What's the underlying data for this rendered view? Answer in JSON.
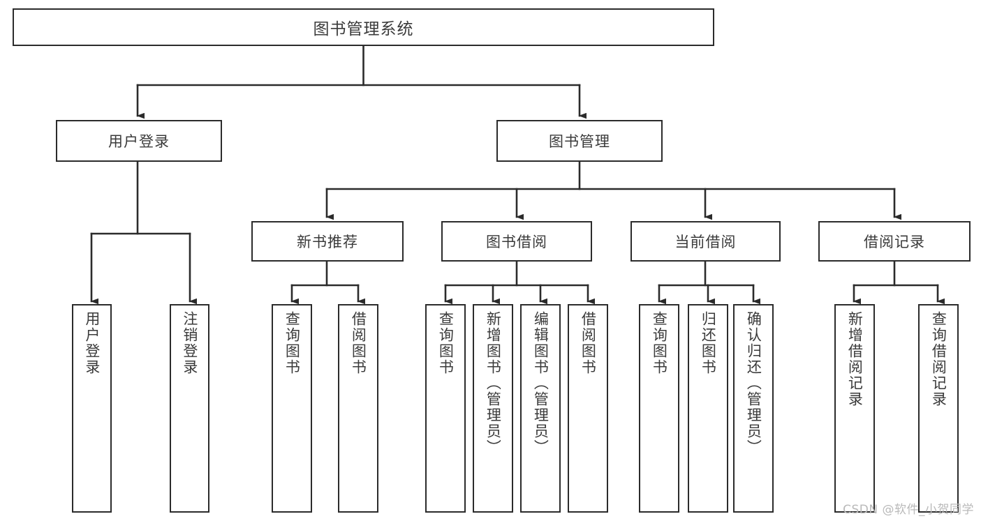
{
  "diagram": {
    "title": "图书管理系统",
    "type": "tree-hierarchy-diagram",
    "colors": {
      "box_stroke": "#2b2b2b",
      "box_fill": "#ffffff",
      "connector": "#2b2b2b",
      "text": "#3a3a3a",
      "watermark": "#b9b9b9",
      "background": "#ffffff"
    },
    "root": {
      "label": "图书管理系统"
    },
    "level2": [
      {
        "label": "用户登录"
      },
      {
        "label": "图书管理"
      }
    ],
    "level3": [
      {
        "label": "新书推荐"
      },
      {
        "label": "图书借阅"
      },
      {
        "label": "当前借阅"
      },
      {
        "label": "借阅记录"
      }
    ],
    "leaves": {
      "user_login": [
        {
          "label": "用户登录"
        },
        {
          "label": "注销登录"
        }
      ],
      "new_book_recommend": [
        {
          "label": "查询图书"
        },
        {
          "label": "借阅图书"
        }
      ],
      "book_borrow": [
        {
          "label": "查询图书"
        },
        {
          "label": "新增图书（管理员）"
        },
        {
          "label": "编辑图书（管理员）"
        },
        {
          "label": "借阅图书"
        }
      ],
      "current_borrow": [
        {
          "label": "查询图书"
        },
        {
          "label": "归还图书"
        },
        {
          "label": "确认归还（管理员）"
        }
      ],
      "borrow_record": [
        {
          "label": "新增借阅记录"
        },
        {
          "label": "查询借阅记录"
        }
      ]
    }
  },
  "watermark": {
    "text": "CSDN @软件_小贺同学"
  }
}
